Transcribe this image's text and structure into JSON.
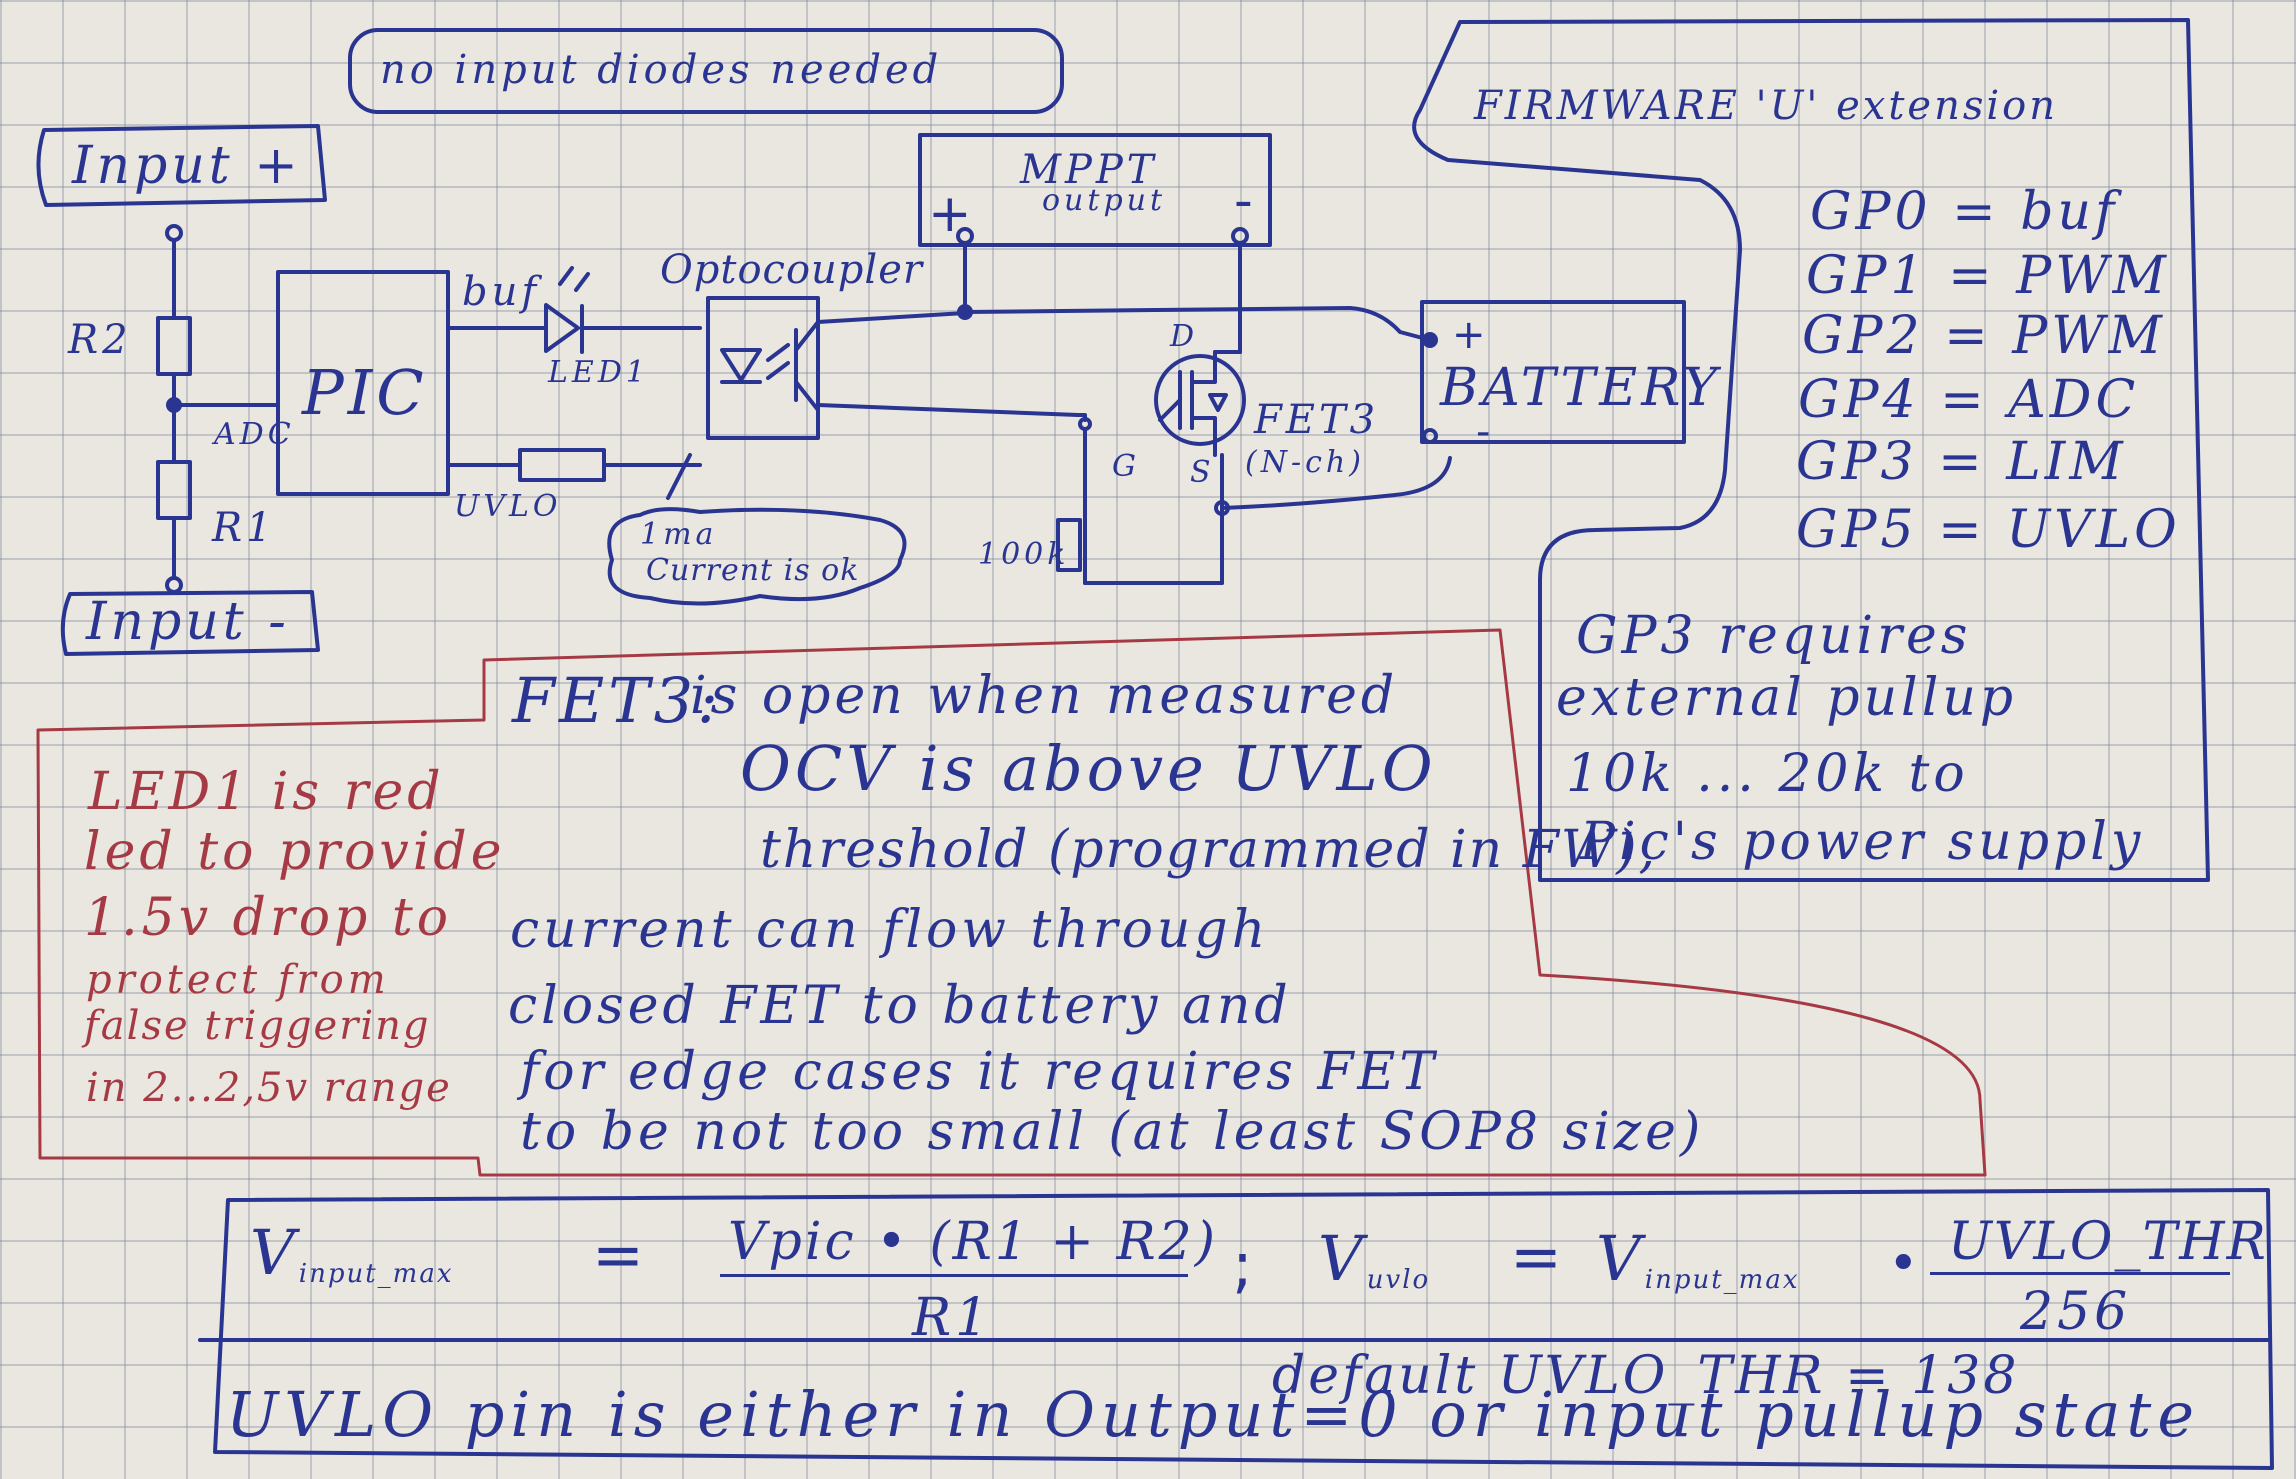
{
  "colors": {
    "ink_blue": "#2a3592",
    "ink_red": "#a63a44",
    "paper": "#eae7e1",
    "grid": "#8a93a8"
  },
  "top_note": "no input diodes needed",
  "labels": {
    "input_plus": "Input +",
    "input_minus": "Input -",
    "r2": "R2",
    "r1": "R1",
    "adc": "ADC",
    "pic": "PIC",
    "buf": "buf",
    "led1": "LED1",
    "optocoupler": "Optocoupler",
    "uvlo_pin": "UVLO",
    "mppt_title": "MPPT",
    "mppt_subtitle": "output",
    "mppt_plus": "+",
    "mppt_minus": "-",
    "fet_d": "D",
    "fet_g": "G",
    "fet_s": "S",
    "fet3": "FET3",
    "fet3_type": "(N-ch)",
    "battery": "BATTERY",
    "batt_plus": "+",
    "batt_minus": "-",
    "resistor_100k": "100k",
    "current_note_1": "1ma",
    "current_note_2": "Current is ok"
  },
  "firmware": {
    "title": "FIRMWARE 'U' extension",
    "pins": [
      "GP0 = buf",
      "GP1 = PWM",
      "GP2 = PWM",
      "GP4 = ADC",
      "GP3 = LIM",
      "GP5 = UVLO"
    ],
    "gp3_note": [
      "GP3 requires",
      "external pullup",
      "10k ... 20k    to",
      "Pic's  power  supply"
    ]
  },
  "fet3_note": {
    "heading": "FET3:",
    "line1": "is open when measured",
    "line2": "OCV is above UVLO",
    "line3": "threshold (programmed in FW),",
    "line4": "current can flow through",
    "line5": "closed FET to battery and",
    "line6": "for edge cases it requires FET",
    "line7": "to be not too small (at least SOP8 size)"
  },
  "led1_note": [
    "LED1 is red",
    "led to provide",
    "1.5v drop to",
    "protect from",
    "false triggering",
    "in 2...2,5v range"
  ],
  "formula": {
    "vinput_max": "V",
    "vinput_max_sub": "input_max",
    "equals_1": "=",
    "numerator": "Vpic • (R1 + R2)",
    "denominator": "R1",
    "separator": ";",
    "vuvlo": "V",
    "vuvlo_sub": "uvlo",
    "equals_2": "=",
    "rhs_v": "V",
    "rhs_sub": "input_max",
    "dot": "•",
    "ratio_num": "UVLO_THR",
    "ratio_den": "256",
    "default_note": "default UVLO_THR = 138",
    "uvlo_note": "UVLO pin is either in Output=0 or input pullup state"
  }
}
